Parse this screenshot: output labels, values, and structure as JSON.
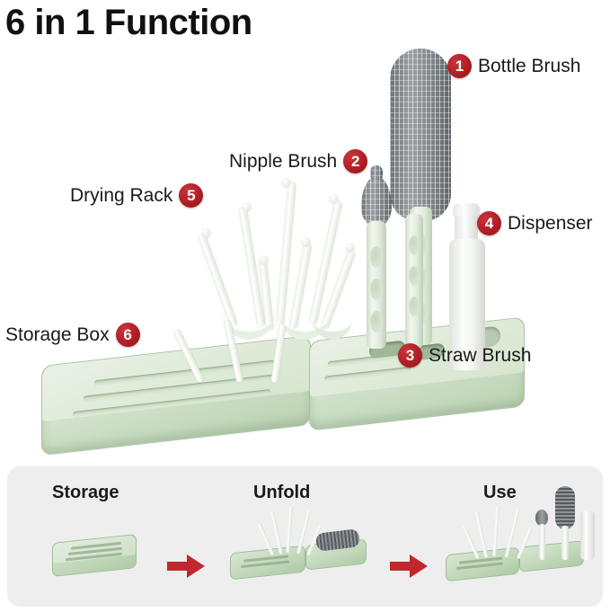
{
  "title": "6 in 1 Function",
  "background_color": "#ffffff",
  "accent_color": "#b01f24",
  "arrow_color": "#c1272d",
  "product_color": "#c3d8bb",
  "brush_color": "#7d8387",
  "panel_color": "#eeeeee",
  "callouts": [
    {
      "number": "1",
      "label": "Bottle Brush",
      "badge_side": "left"
    },
    {
      "number": "2",
      "label": "Nipple Brush",
      "badge_side": "right"
    },
    {
      "number": "3",
      "label": "Straw Brush",
      "badge_side": "left"
    },
    {
      "number": "4",
      "label": "Dispenser",
      "badge_side": "left"
    },
    {
      "number": "5",
      "label": "Drying Rack",
      "badge_side": "right"
    },
    {
      "number": "6",
      "label": "Storage Box",
      "badge_side": "right"
    }
  ],
  "steps": [
    {
      "label": "Storage"
    },
    {
      "label": "Unfold"
    },
    {
      "label": "Use"
    }
  ]
}
